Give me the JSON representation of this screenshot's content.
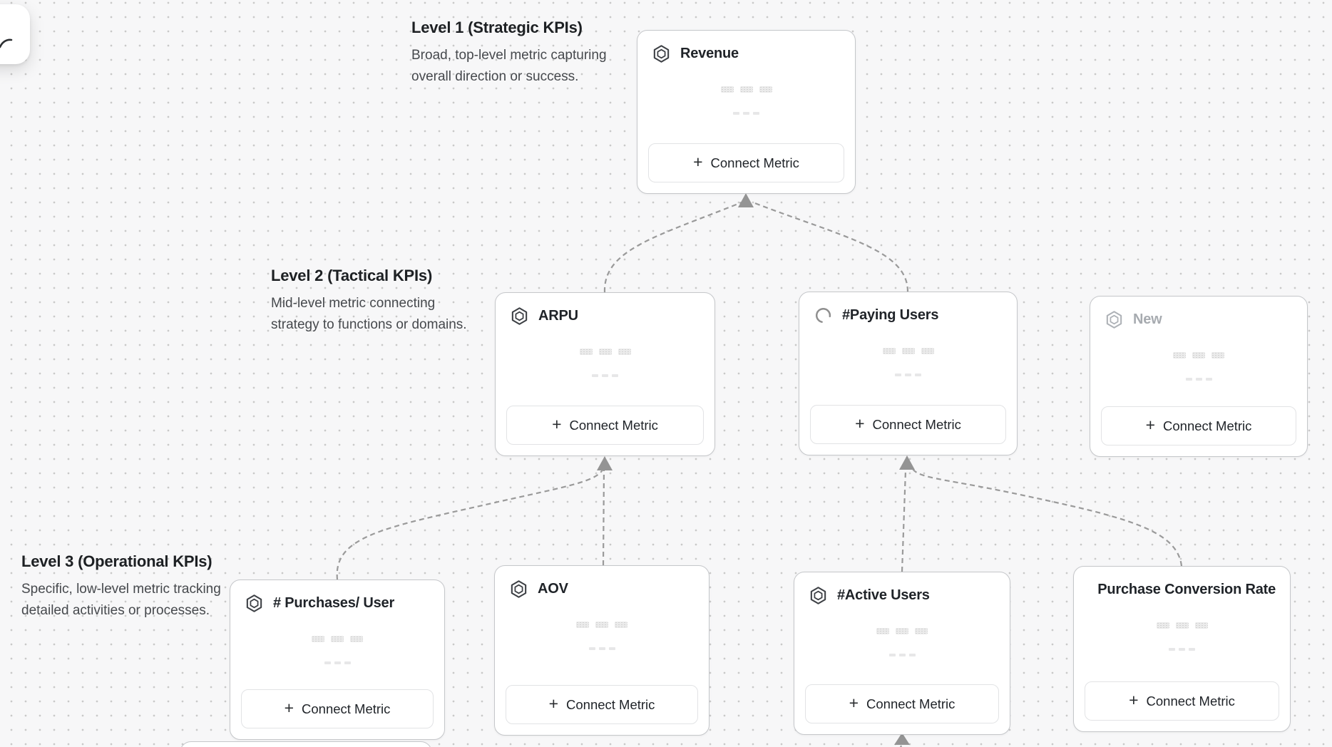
{
  "canvas": {
    "background": "#f7f7f8",
    "dot_color": "#c9c9c9",
    "connector_color": "#9a9a9a",
    "card_border_color": "#c5c7ca"
  },
  "corner_panel": {
    "icon": "curved-arrow-icon"
  },
  "levels": [
    {
      "title": "Level 1 (Strategic KPIs)",
      "description": "Broad, top-level metric capturing\noverall direction or success."
    },
    {
      "title": "Level 2 (Tactical KPIs)",
      "description": "Mid-level metric connecting\nstrategy to functions or domains."
    },
    {
      "title": "Level 3 (Operational KPIs)",
      "description": "Specific, low-level metric tracking\ndetailed activities or processes."
    }
  ],
  "connect_button": {
    "plus": "+",
    "label": "Connect Metric"
  },
  "cards": [
    {
      "id": "revenue",
      "title": "Revenue",
      "icon": "hexagon-metric-icon",
      "state": "default"
    },
    {
      "id": "arpu",
      "title": "ARPU",
      "icon": "hexagon-metric-icon",
      "state": "default"
    },
    {
      "id": "paying-users",
      "title": "#Paying Users",
      "icon": "spinner-icon",
      "state": "loading"
    },
    {
      "id": "new",
      "title": "New",
      "icon": "hexagon-metric-icon",
      "state": "draft"
    },
    {
      "id": "purchases-per-user",
      "title": "# Purchases/ User",
      "icon": "hexagon-metric-icon",
      "state": "default"
    },
    {
      "id": "aov",
      "title": "AOV",
      "icon": "hexagon-metric-icon",
      "state": "default"
    },
    {
      "id": "active-users",
      "title": "#Active Users",
      "icon": "hexagon-metric-icon",
      "state": "default"
    },
    {
      "id": "purchase-conversion-rate",
      "title": "Purchase Conversion Rate",
      "icon": "hexagon-metric-icon",
      "state": "default"
    }
  ]
}
